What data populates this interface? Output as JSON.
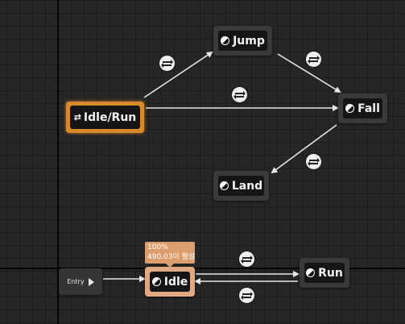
{
  "states": {
    "idle_run": "Idle/Run",
    "jump": "Jump",
    "fall": "Fall",
    "land": "Land",
    "idle": "Idle",
    "run": "Run"
  },
  "entry": {
    "label": "Entry"
  },
  "active_state_tooltip": {
    "percent": "100%",
    "time": "490.03이 활성"
  },
  "colors": {
    "grid_background": "#262626",
    "active_node_border": "#d8892a",
    "active_state": "#e2a882",
    "wire": "#e6e6e6"
  },
  "icons": {
    "state": "state-half-circle-icon",
    "conduit": "conduit-arrows-icon",
    "transition": "transition-rule-icon",
    "entry": "play-arrow-icon"
  }
}
